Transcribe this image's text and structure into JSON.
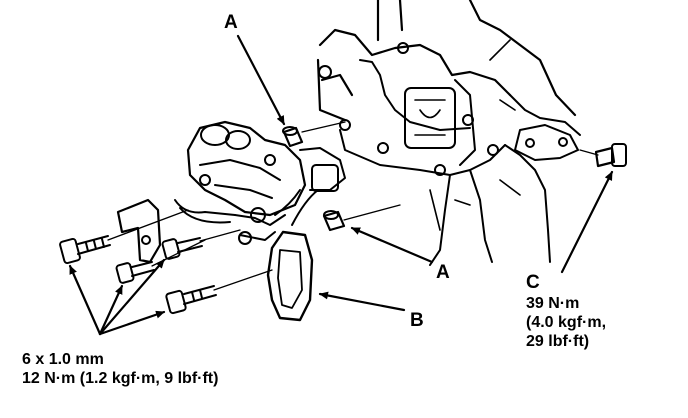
{
  "callouts": {
    "a_top": "A",
    "a_bottom": "A",
    "b": "B",
    "c": "C"
  },
  "torque_c": {
    "line1": "39 N·m",
    "line2": "(4.0 kgf·m,",
    "line3": "29 lbf·ft)"
  },
  "bolt_spec": {
    "size": "6 x 1.0 mm",
    "torque": "12 N·m (1.2 kgf·m, 9 lbf·ft)"
  },
  "colors": {
    "ink": "#000000",
    "paper": "#ffffff"
  }
}
